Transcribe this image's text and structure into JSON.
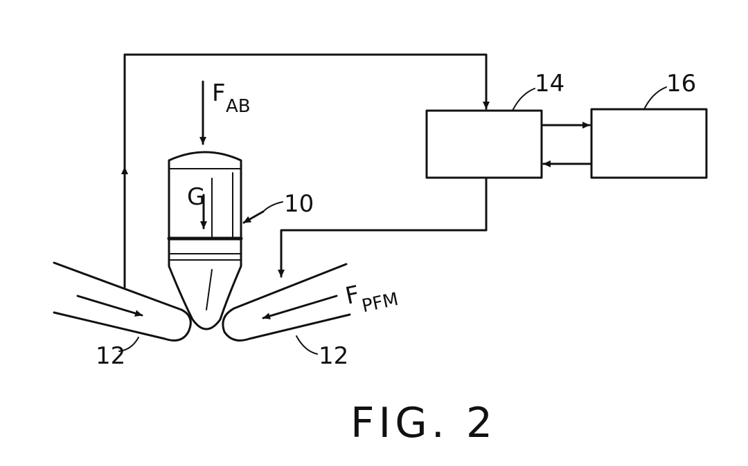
{
  "labels": {
    "force_ab_main": "F",
    "force_ab_sub": "AB",
    "weight": "G",
    "ref_10": "10",
    "ref_14": "14",
    "ref_16": "16",
    "ref_12_left": "12",
    "ref_12_right": "12",
    "force_pfm_main": "F",
    "force_pfm_sub": "PFM"
  },
  "caption": "FIG. 2"
}
